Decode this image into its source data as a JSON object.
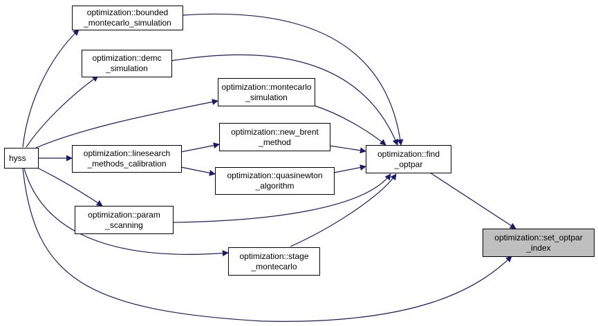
{
  "diagram": {
    "colors": {
      "edge": "#191970",
      "node_border": "#000000",
      "highlight_fill": "#bfbfbf"
    },
    "nodes": {
      "hyss": {
        "lines": [
          "hyss"
        ]
      },
      "bounded": {
        "lines": [
          "optimization::bounded",
          "_montecarlo_simulation"
        ]
      },
      "demc": {
        "lines": [
          "optimization::demc",
          "_simulation"
        ]
      },
      "montecarlo": {
        "lines": [
          "optimization::montecarlo",
          "_simulation"
        ]
      },
      "newbrent": {
        "lines": [
          "optimization::new_brent",
          "_method"
        ]
      },
      "linesearch": {
        "lines": [
          "optimization::linesearch",
          "_methods_calibration"
        ]
      },
      "quasinewton": {
        "lines": [
          "optimization::quasinewton",
          "_algorithm"
        ]
      },
      "param": {
        "lines": [
          "optimization::param",
          "_scanning"
        ]
      },
      "stage": {
        "lines": [
          "optimization::stage",
          "_montecarlo"
        ]
      },
      "findoptpar": {
        "lines": [
          "optimization::find",
          "_optpar"
        ]
      },
      "setoptpar": {
        "lines": [
          "optimization::set_optpar",
          "_index"
        ]
      }
    }
  }
}
